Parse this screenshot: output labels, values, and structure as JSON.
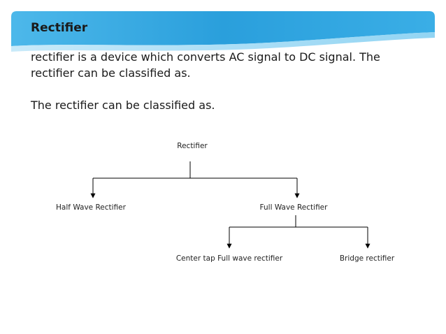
{
  "slide": {
    "title": "Rectifier",
    "paragraphs": [
      "rectifier is a device which converts AC  signal to DC signal. The rectifier can be classified as.",
      "The rectifier can be classified as."
    ]
  },
  "diagram": {
    "nodes": {
      "root": "Rectifier",
      "half_wave": "Half Wave Rectifier",
      "full_wave": "Full Wave Rectifier",
      "center_tap": "Center tap Full wave rectifier",
      "bridge": "Bridge rectifier"
    }
  },
  "colors": {
    "header_blue_dark": "#29a3e0",
    "header_blue_light": "#8fd3f4",
    "text": "#1a1a1a",
    "line": "#000000"
  }
}
